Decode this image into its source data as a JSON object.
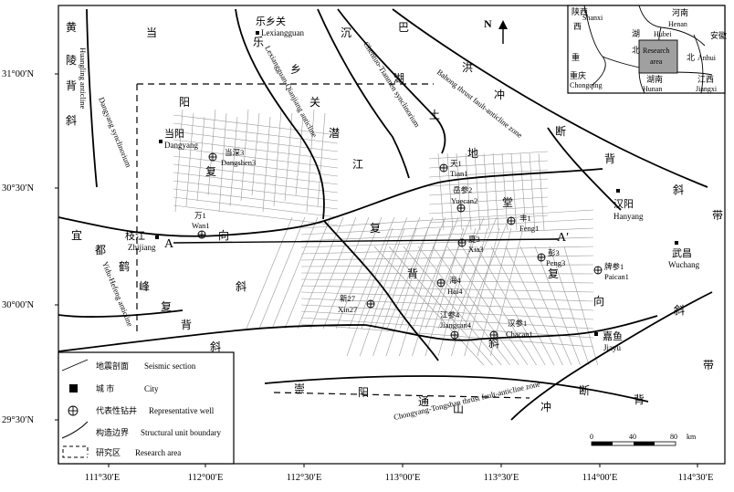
{
  "latitudes": [
    "31°00′N",
    "30°30′N",
    "30°00′N",
    "29°30′N"
  ],
  "longitudes": [
    "111°30′E",
    "112°00′E",
    "112°30′E",
    "113°00′E",
    "113°30′E",
    "114°00′E",
    "114°30′E"
  ],
  "north_label": "N",
  "legend": [
    {
      "cn": "地震剖面",
      "en": "Seismic section",
      "icon": "seismic-line-icon"
    },
    {
      "cn": "城 市",
      "en": "City",
      "icon": "city-square-icon"
    },
    {
      "cn": "代表性钻井",
      "en": "Representative well",
      "icon": "well-symbol-icon"
    },
    {
      "cn": "构造边界",
      "en": "Structural unit boundary",
      "icon": "boundary-curve-icon"
    },
    {
      "cn": "研究区",
      "en": "Research area",
      "icon": "research-area-icon"
    }
  ],
  "scale": {
    "ticks": [
      "0",
      "40",
      "80"
    ],
    "unit": "km"
  },
  "section_labels": {
    "a": "A",
    "a_prime": "A′"
  },
  "cities": [
    {
      "cn": "乐乡关",
      "en": "Lexiangguan"
    },
    {
      "cn": "当阳",
      "en": "Dangyang"
    },
    {
      "cn": "枝江",
      "en": "Zhijiang"
    },
    {
      "cn": "汉阳",
      "en": "Hanyang"
    },
    {
      "cn": "武昌",
      "en": "Wuchang"
    },
    {
      "cn": "嘉鱼",
      "en": "Jiayu"
    }
  ],
  "wells": [
    {
      "cn": "当深3",
      "en": "Dangshen3"
    },
    {
      "cn": "天1",
      "en": "Tian1"
    },
    {
      "cn": "岳参2",
      "en": "Yuecan2"
    },
    {
      "cn": "万1",
      "en": "Wan1"
    },
    {
      "cn": "丰1",
      "en": "Feng1"
    },
    {
      "cn": "夏3",
      "en": "Xia3"
    },
    {
      "cn": "彭3",
      "en": "Peng3"
    },
    {
      "cn": "海4",
      "en": "Hai4"
    },
    {
      "cn": "牌参1",
      "en": "Paican1"
    },
    {
      "cn": "新27",
      "en": "Xin27"
    },
    {
      "cn": "江参4",
      "en": "Jiangcan4"
    },
    {
      "cn": "汉参1",
      "en": "Chacan1"
    }
  ],
  "structures": {
    "huangling": "Huangling anticline",
    "dangyang": "Dangyang synclinorium",
    "lexiangguan": "Lexiangguan-Qianjiang anticline",
    "chentuo": "Chentuo-Tianmen synclinorium",
    "bahong": "Bahong thrust fault-anticline zone",
    "yidu": "Yidu-Hefeng anticline",
    "chongyang": "Chongyang-Tongshan thrust fault-anticline zone"
  },
  "regional_chars": {
    "huangling": [
      "黄",
      "陵",
      "背",
      "斜"
    ],
    "dangyang_fu": [
      "当",
      "阳",
      "复",
      "向"
    ],
    "lexiang": [
      "乐",
      "乡",
      "关"
    ],
    "qianjiang": [
      "潜",
      "江"
    ],
    "chentian": [
      "沉",
      "湖",
      "土"
    ],
    "bahong": [
      "巴",
      "洪",
      "冲",
      "断"
    ],
    "jianghan": [
      "地",
      "堂"
    ],
    "fubei_1": [
      "复",
      "背"
    ],
    "fuxiang_1": [
      "复",
      "向"
    ],
    "hanyang_xie": [
      "背",
      "斜",
      "带"
    ],
    "yidu": [
      "宜",
      "都",
      "鹤",
      "峰",
      "复",
      "背",
      "斜"
    ],
    "south_xie": [
      "斜",
      "斜",
      "背",
      "斜",
      "带"
    ],
    "chongyang_line": [
      "崇",
      "阳",
      "通",
      "山",
      "冲",
      "断"
    ]
  },
  "inset": {
    "provinces": [
      {
        "cn": "陕西",
        "en": "Shanxi"
      },
      {
        "cn": "河南",
        "en": "Henan"
      },
      {
        "cn": "湖北",
        "en": "Hubei"
      },
      {
        "cn": "安徽",
        "en": "Anhui"
      },
      {
        "cn": "重庆",
        "en": "Chongqing"
      },
      {
        "cn": "湖南",
        "en": "Hunan"
      },
      {
        "cn": "江西",
        "en": "Jiangxi"
      }
    ],
    "research_label": [
      "Research",
      "area"
    ],
    "extra_chars": [
      "西",
      "湖",
      "北",
      "北",
      "重"
    ]
  }
}
